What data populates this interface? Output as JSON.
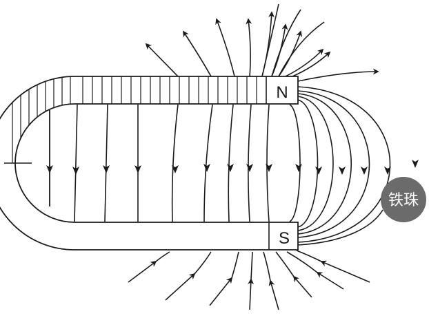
{
  "diagram": {
    "pole_north_label": "N",
    "pole_south_label": "S",
    "ball_label": "铁珠",
    "colors": {
      "line": "#1a1a1a",
      "magnet_fill": "#ffffff",
      "ball_fill": "#6b6b6b",
      "ball_text": "#ffffff",
      "background": "#ffffff"
    }
  }
}
